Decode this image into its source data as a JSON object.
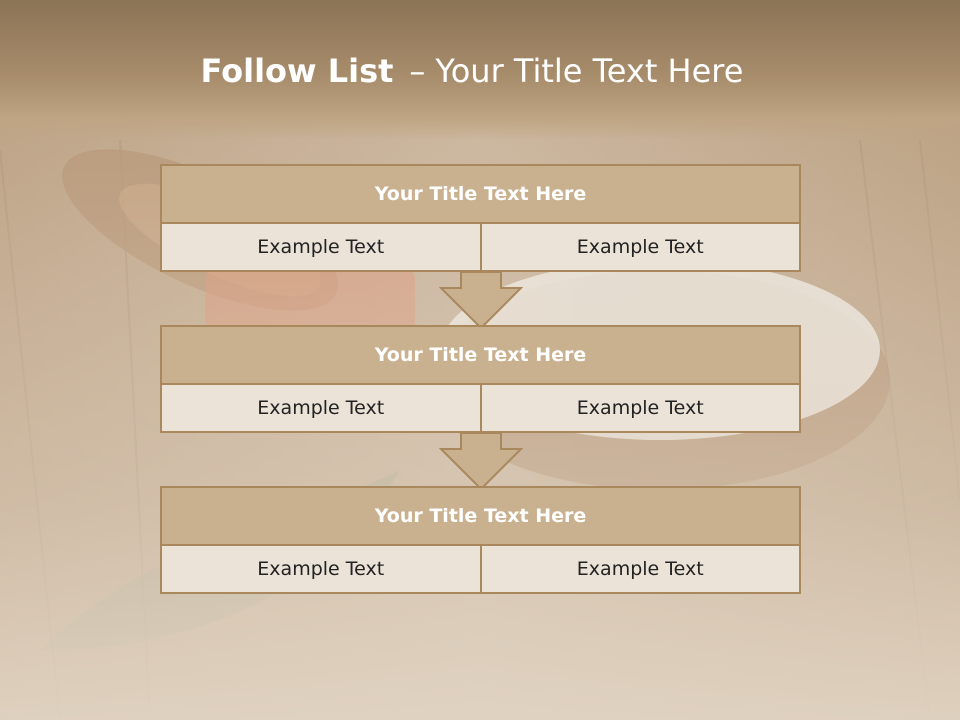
{
  "slide": {
    "title_bold": "Follow List",
    "title_dash": "–",
    "title_rest": "Your Title Text Here"
  },
  "blocks": [
    {
      "title": "Your Title Text Here",
      "left": "Example Text",
      "right": "Example Text"
    },
    {
      "title": "Your Title Text Here",
      "left": "Example Text",
      "right": "Example Text"
    },
    {
      "title": "Your Title Text Here",
      "left": "Example Text",
      "right": "Example Text"
    }
  ],
  "colors": {
    "header_band": "#8b7355",
    "block_title_fill": "#c9b190",
    "block_border": "#a8885c",
    "block_cell_fill": "#ebe2d8",
    "arrow_fill": "#c9b190"
  },
  "background": {
    "description_icon": "wooden-table-salt-bowl-photo"
  }
}
